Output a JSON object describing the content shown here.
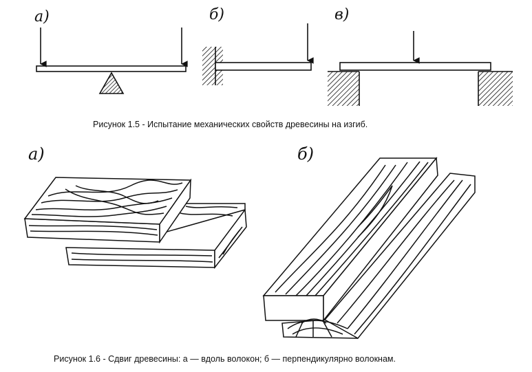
{
  "figure_1_5": {
    "labels": {
      "a": "а)",
      "b": "б)",
      "c": "в)"
    },
    "caption": "Рисунок 1.5 - Испытание механических свойств древесины на изгиб."
  },
  "figure_1_6": {
    "labels": {
      "a": "а)",
      "b": "б)"
    },
    "caption": "Рисунок 1.6 - Сдвиг древесины: а — вдоль волокон; б — перпендикулярно волокнам."
  }
}
